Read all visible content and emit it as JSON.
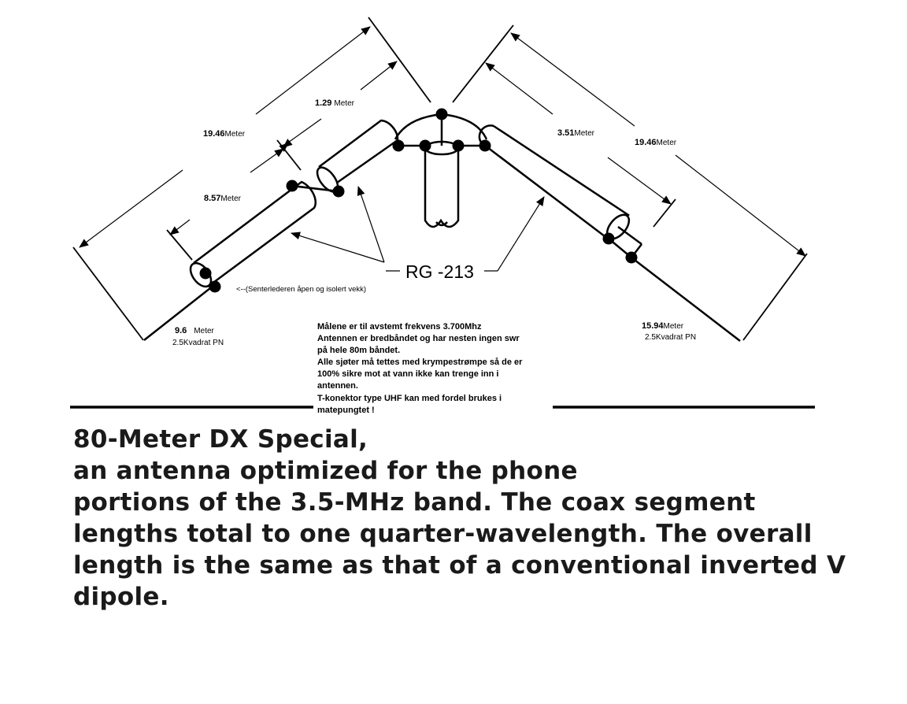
{
  "diagram": {
    "labels": {
      "left_total": "19.46",
      "right_total": "19.46",
      "unit": "Meter",
      "left_seg1": "1.29",
      "left_seg2": "8.57",
      "right_seg": "3.51",
      "left_wire": "9.6",
      "right_wire": "15.94",
      "wire_type": "2.5Kvadrat PN",
      "coax_type": "RG -213",
      "center_note": "<--(Senterlederen åpen og isolert vekk)"
    },
    "notes": [
      "Målene er til avstemt frekvens 3.700Mhz",
      "Antennen er bredbåndet og har nesten ingen swr",
      "på hele 80m båndet.",
      "Alle sjøter må tettes med krympestrømpe så de er",
      "100% sikre mot at vann ikke kan trenge inn i",
      "antennen.",
      "T-konektor type UHF kan med fordel brukes i",
      "matepungtet !"
    ]
  },
  "caption": {
    "title": "80-Meter DX Special,",
    "lines": [
      "an antenna optimized for the phone",
      "portions of the 3.5-MHz band. The coax segment",
      "lengths total to one quarter-wavelength. The overall",
      "length is the same as that of a conventional inverted V",
      "dipole."
    ]
  }
}
